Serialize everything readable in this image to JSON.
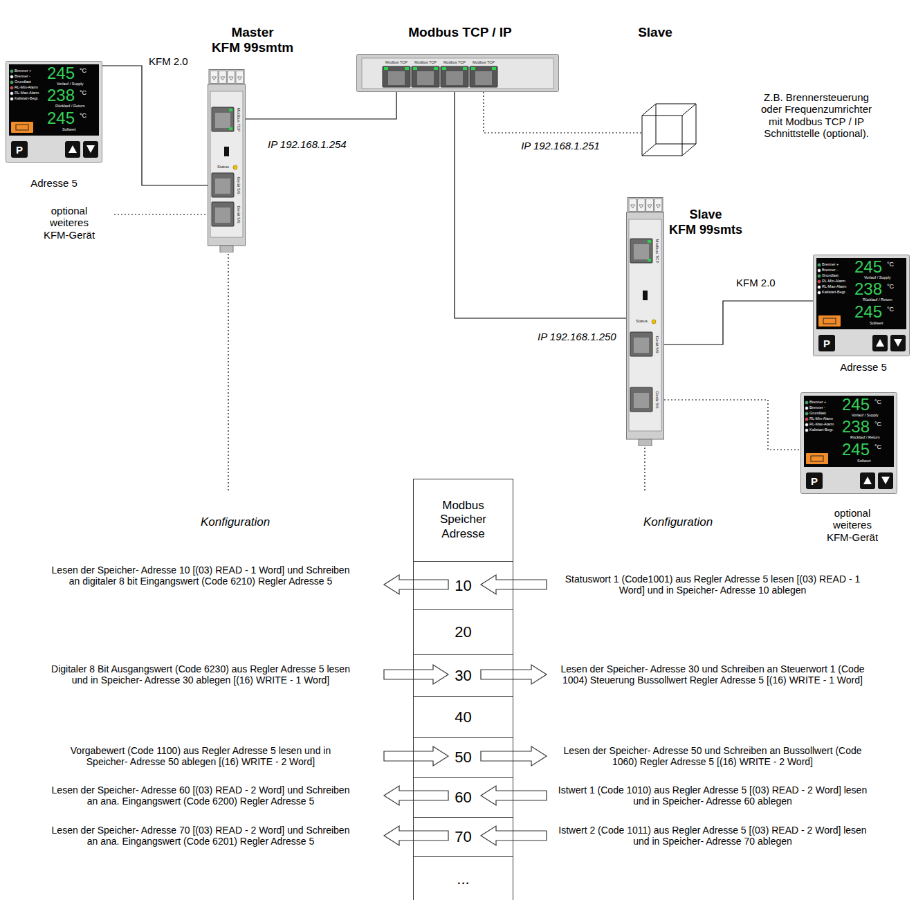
{
  "diagram": {
    "nodes": [
      {
        "text": [
          "Brenner +",
          "Brenner -",
          "Grundlast",
          "RL-Min-Alarm",
          "RL-Max-Alarm",
          "Kaltstart-Begr.",
          "245",
          "°C",
          "Vorlauf / Supply",
          "238",
          "°C",
          "Rücklauf / Return",
          "245",
          "°C",
          "Sollwert",
          "P"
        ]
      },
      {
        "text": [
          "Modbus TCP",
          "Status",
          "Gerät 5/6",
          "Gerät 5/6"
        ]
      },
      {
        "text": [
          "Modbus TCP",
          "Modbus TCP",
          "Modbus TCP",
          "Modbus TCP"
        ]
      },
      {
        "text": [
          "Modbus TCP",
          "Status",
          "Gerät 5/6",
          "Gerät 5/6"
        ]
      },
      {
        "text": [
          "Brenner +",
          "Brenner -",
          "Grundlast",
          "RL-Min-Alarm",
          "RL-Max-Alarm",
          "Kaltstart-Begr.",
          "245",
          "°C",
          "Vorlauf / Supply",
          "238",
          "°C",
          "Rücklauf / Return",
          "245",
          "°C",
          "Sollwert",
          "P"
        ]
      },
      {
        "text": [
          "Brenner +",
          "Brenner -",
          "Grundlast",
          "RL-Min-Alarm",
          "RL-Max-Alarm",
          "Kaltstart-Begr.",
          "245",
          "°C",
          "Vorlauf / Supply",
          "238",
          "°C",
          "Rücklauf / Return",
          "245",
          "°C",
          "Sollwert",
          "P"
        ]
      },
      {
        "text": [
          "Modbus Speicher Adresse"
        ]
      },
      {
        "text": [
          "10"
        ],
        "in": 6
      },
      {
        "text": [
          "20"
        ],
        "in": 6
      },
      {
        "text": [
          "30"
        ],
        "in": 6
      },
      {
        "text": [
          "40"
        ],
        "in": 6
      },
      {
        "text": [
          "50"
        ],
        "in": 6
      },
      {
        "text": [
          "60"
        ],
        "in": 6
      },
      {
        "text": [
          "70"
        ],
        "in": 6
      },
      {
        "text": [
          "..."
        ],
        "in": 6
      }
    ],
    "edges": [
      {
        "from": 0,
        "to": 1,
        "arrow": "none",
        "label": "KFM 2.0"
      },
      {
        "from": 1,
        "to": 2,
        "arrow": "none",
        "label": "IP 192.168.1.254"
      },
      {
        "from": 2,
        "to": 3,
        "arrow": "none",
        "label": "IP 192.168.1.250"
      },
      {
        "from": 3,
        "to": 4,
        "arrow": "none",
        "label": "KFM 2.0"
      },
      {
        "from": 3,
        "to": 5,
        "arrow": "none"
      }
    ],
    "labels": [
      "Master",
      "KFM 99smtm",
      "Modbus TCP / IP",
      "Slave",
      "Adresse 5",
      "optional weiteres KFM-Gerät",
      "IP 192.168.1.251",
      "Z.B. Brennersteuerung oder Frequenzumrichter mit Modbus TCP / IP Schnittstelle (optional).",
      "Slave",
      "KFM 99smts",
      "Adresse 5",
      "optional weiteres KFM-Gerät",
      "Konfiguration",
      "Konfiguration",
      "Lesen der Speicher- Adresse 10 [(03) READ - 1 Word] und Schreiben an digitaler 8 bit Eingangswert (Code 6210) Regler Adresse 5",
      "Statuswort 1 (Code1001) aus Regler Adresse 5 lesen [(03) READ - 1 Word] und in Speicher- Adresse 10 ablegen",
      "Digitaler 8 Bit Ausgangswert (Code 6230) aus Regler Adresse 5 lesen und in Speicher- Adresse 30 ablegen [(16) WRITE - 1 Word]",
      "Lesen der Speicher- Adresse 30 und Schreiben an Steuerwort 1 (Code 1004) Steuerung Bussollwert Regler Adresse 5 [(16) WRITE - 1 Word]",
      "Vorgabewert (Code 1100) aus Regler Adresse 5 lesen und in Speicher- Adresse 50 ablegen [(16) WRITE - 2 Word]",
      "Lesen der Speicher- Adresse 50 und Schreiben an Bussollwert (Code 1060) Regler Adresse 5 [(16) WRITE - 2 Word]",
      "Lesen der Speicher- Adresse 60 [(03) READ - 2 Word] und Schreiben an ana. Eingangswert (Code 6200) Regler Adresse 5",
      "Istwert 1 (Code 1010) aus Regler Adresse 5 [(03) READ - 2 Word] lesen und in Speicher- Adresse 60 ablegen",
      "Lesen der Speicher- Adresse 70 [(03) READ - 2 Word] und Schreiben an ana. Eingangswert (Code 6201) Regler Adresse 5",
      "Istwert 2 (Code 1011) aus Regler Adresse 5 [(03) READ - 2 Word] lesen und in Speicher- Adresse 70 ablegen"
    ]
  }
}
